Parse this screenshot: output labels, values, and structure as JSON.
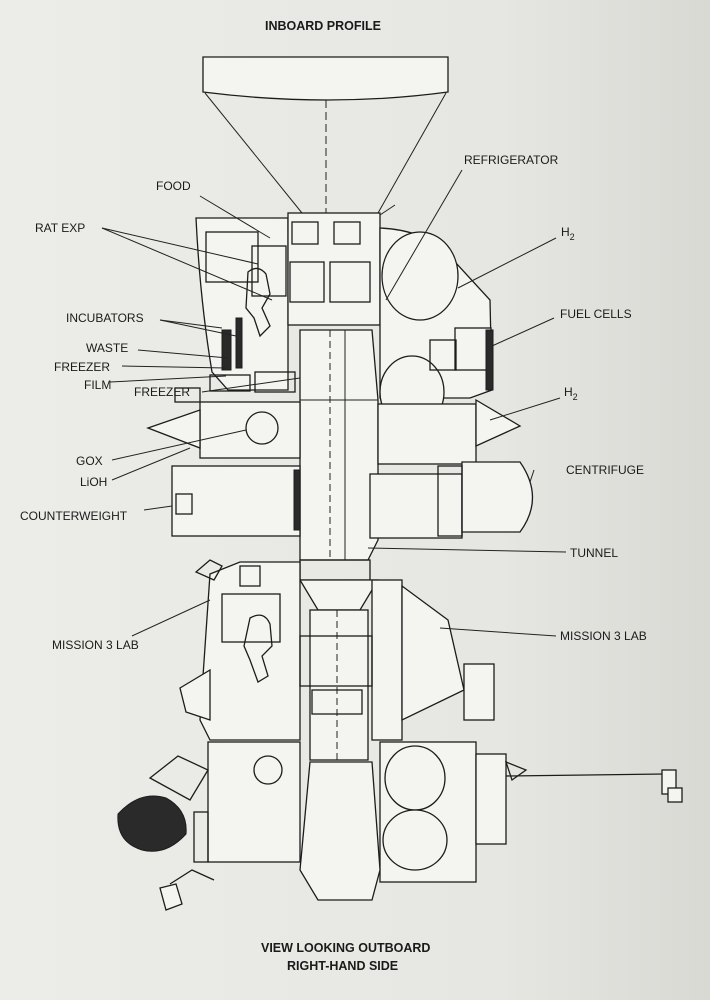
{
  "title": "INBOARD PROFILE",
  "caption": [
    "VIEW LOOKING OUTBOARD",
    "RIGHT-HAND SIDE"
  ],
  "labels": {
    "food": "FOOD",
    "rat_exp": "RAT EXP",
    "refrigerator": "REFRIGERATOR",
    "h2_top": "H",
    "h2_top_sub": "2",
    "incubators": "INCUBATORS",
    "fuel_cells": "FUEL CELLS",
    "waste": "WASTE",
    "freezer_1": "FREEZER",
    "film": "FILM",
    "freezer_2": "FREEZER",
    "h2_mid": "H",
    "h2_mid_sub": "2",
    "gox": "GOX",
    "lioh": "LiOH",
    "centrifuge": "CENTRIFUGE",
    "counterweight": "COUNTERWEIGHT",
    "tunnel": "TUNNEL",
    "mission3_lab_left": "MISSION 3 LAB",
    "mission3_lab_right": "MISSION 3 LAB"
  }
}
